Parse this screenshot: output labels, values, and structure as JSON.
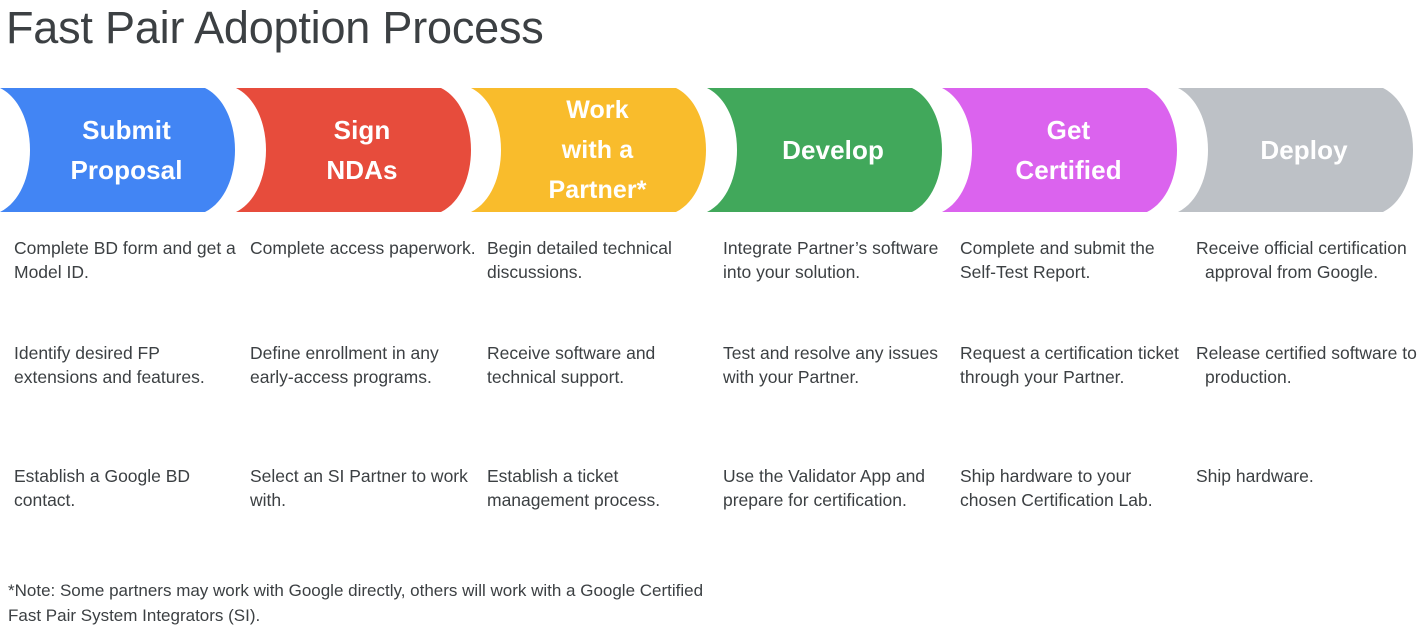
{
  "page": {
    "title": "Fast Pair Adoption Process",
    "background_color": "#ffffff",
    "text_color": "#3c4043"
  },
  "banner": {
    "steps": [
      {
        "id": "submit-proposal",
        "label": "Submit\nProposal",
        "color": "#4285f4",
        "color_name": "google-blue",
        "order": 1
      },
      {
        "id": "sign-ndas",
        "label": "Sign\nNDAs",
        "color": "#e74c3c",
        "color_name": "google-red",
        "order": 2
      },
      {
        "id": "work-with-a-partner",
        "label": "Work\nwith a\nPartner*",
        "color": "#f9bc2c",
        "color_name": "google-yellow",
        "order": 3
      },
      {
        "id": "develop",
        "label": "Develop",
        "color": "#41a85b",
        "color_name": "google-green",
        "order": 4
      },
      {
        "id": "get-certified",
        "label": "Get\nCertified",
        "color": "#db63ee",
        "color_name": "magenta",
        "order": 5
      },
      {
        "id": "deploy",
        "label": "Deploy",
        "color": "#bdc1c6",
        "color_name": "grey",
        "order": 6
      }
    ]
  },
  "details": {
    "columns": [
      {
        "step_id": "submit-proposal",
        "items": [
          "Complete BD form and get a Model ID.",
          "Identify desired FP extensions and features.",
          "Establish a Google BD contact."
        ]
      },
      {
        "step_id": "sign-ndas",
        "items": [
          "Complete access paperwork.",
          "Define enrollment in any early-access programs.",
          "Select an SI Partner to work with."
        ]
      },
      {
        "step_id": "work-with-a-partner",
        "items": [
          "Begin detailed technical discussions.",
          "Receive software and technical support.",
          "Establish a ticket management process."
        ]
      },
      {
        "step_id": "develop",
        "items": [
          "Integrate Partner’s software into your solution.",
          "Test and resolve any issues with your Partner.",
          "Use the Validator App and prepare for certification."
        ]
      },
      {
        "step_id": "get-certified",
        "items": [
          "Complete and submit the Self-Test Report.",
          "Request a certification ticket through your Partner.",
          "Ship hardware to your chosen Certification Lab."
        ]
      },
      {
        "step_id": "deploy",
        "items": [
          "Receive official certification approval from Google.",
          "Release certified software to production.",
          "Ship hardware."
        ]
      }
    ]
  },
  "footnote": {
    "text": "*Note: Some partners may work with Google directly, others will work with a Google Certified Fast Pair System Integrators (SI)."
  }
}
